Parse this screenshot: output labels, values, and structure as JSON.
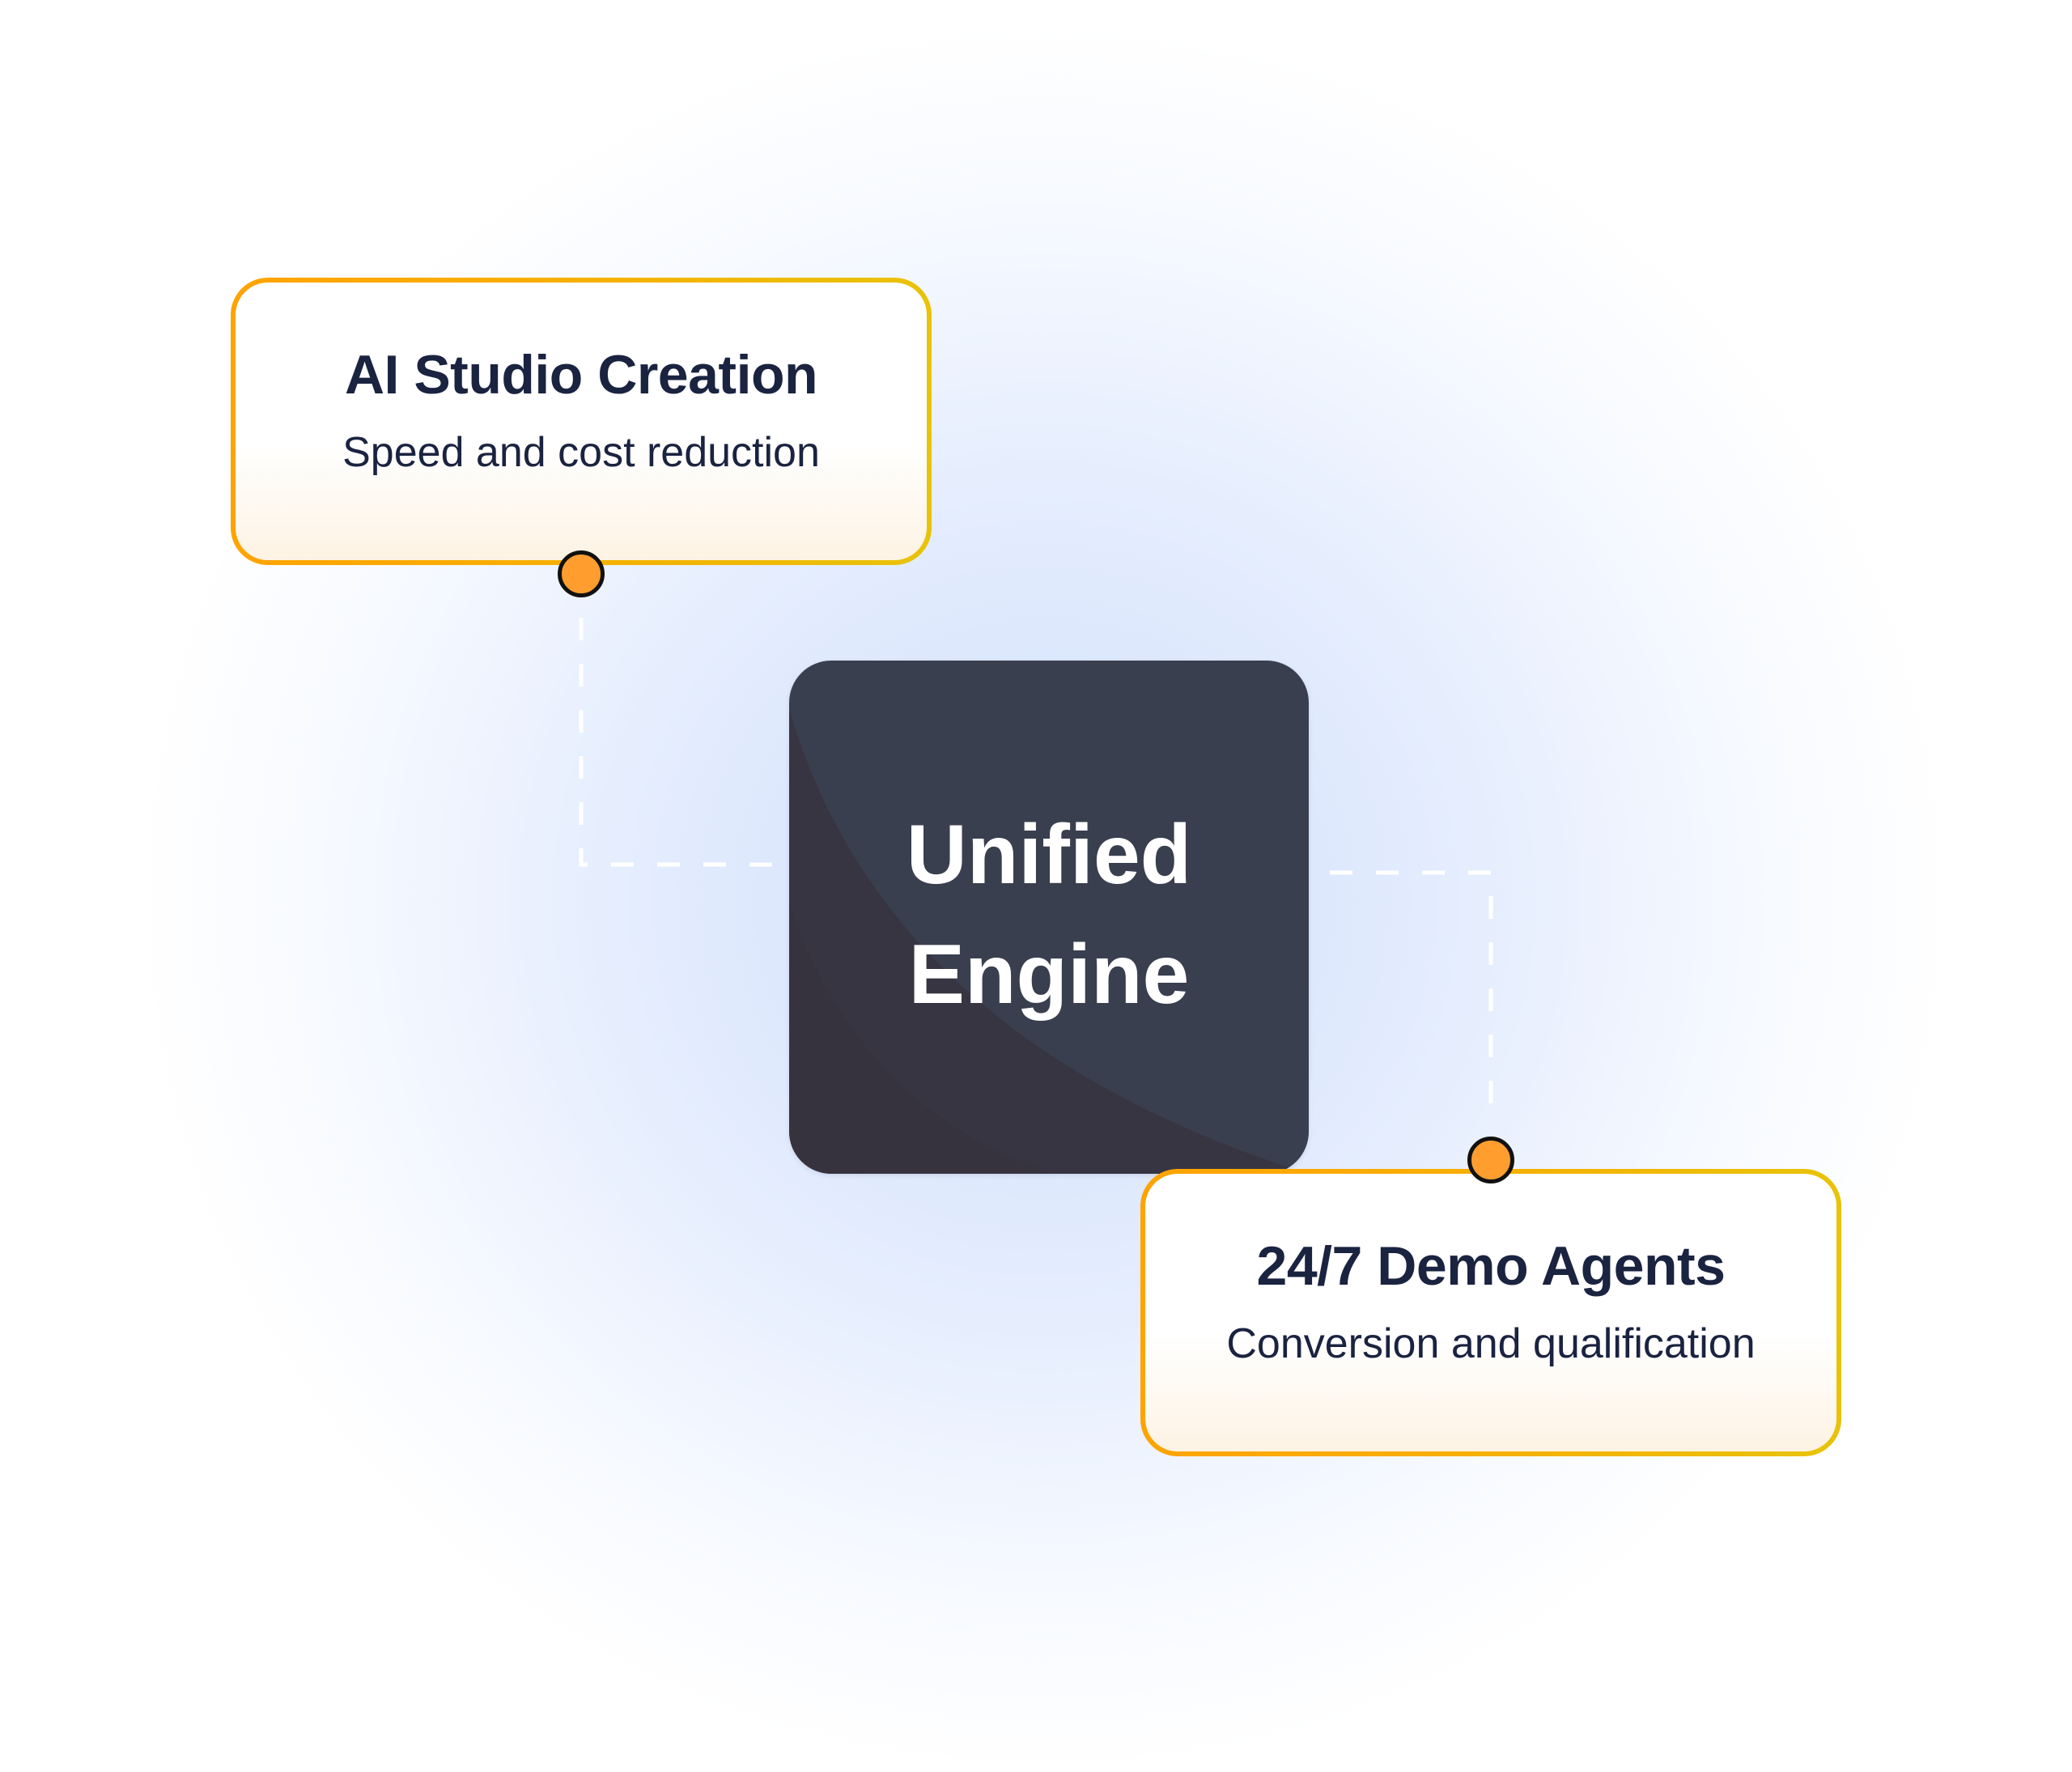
{
  "diagram": {
    "center_node": {
      "line1": "Unified",
      "line2": "Engine"
    },
    "nodes": [
      {
        "title": "AI Studio Creation",
        "subtitle": "Speed and cost reduction",
        "connects_to": "Unified Engine"
      },
      {
        "title": "24/7 Demo Agents",
        "subtitle": "Conversion and qualification",
        "connects_to": "Unified Engine"
      }
    ],
    "edges": [
      {
        "from": "AI Studio Creation",
        "to": "Unified Engine",
        "style": "dashed"
      },
      {
        "from": "Unified Engine",
        "to": "24/7 Demo Agents",
        "style": "dashed"
      }
    ]
  },
  "colors": {
    "card_border_start": "#ffa300",
    "card_border_end": "#e8c30a",
    "card_text": "#1a2340",
    "engine_bg": "#3a3f4f",
    "engine_text": "#ffffff",
    "node_dot_fill": "#ff9e2f",
    "node_dot_stroke": "#111111",
    "connector": "#ffffff",
    "glow": "#d6e3fd"
  }
}
